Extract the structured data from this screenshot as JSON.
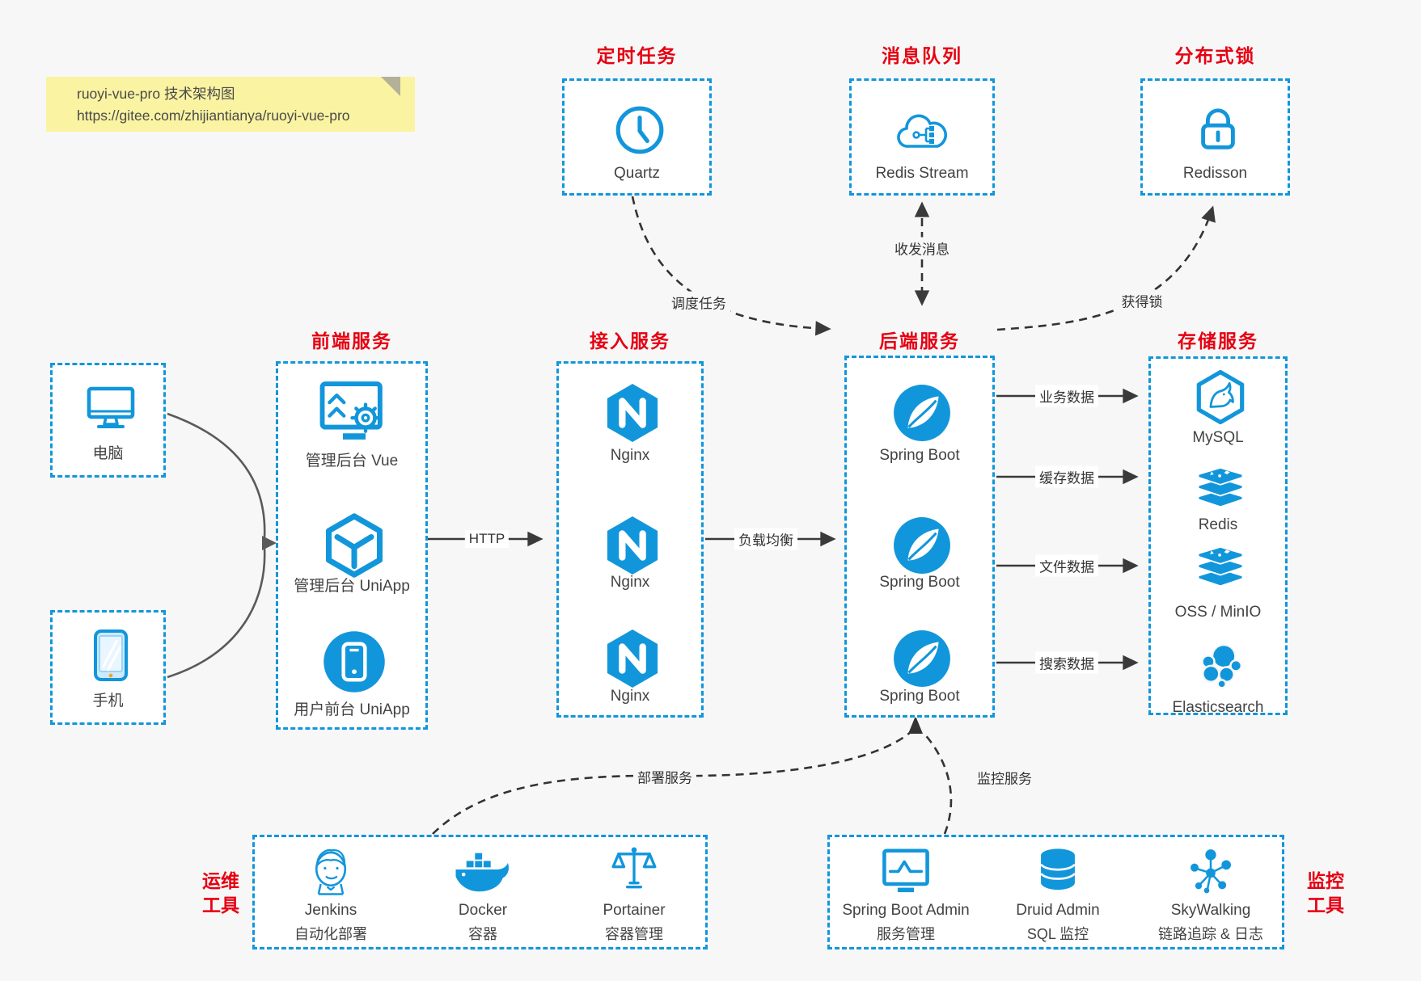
{
  "note": {
    "line1": "ruoyi-vue-pro 技术架构图",
    "line2": "https://gitee.com/zhijiantianya/ruoyi-vue-pro"
  },
  "colors": {
    "accent_blue": "#1296db",
    "label_red": "#e60012",
    "line_dark": "#3a3a3a",
    "note_bg": "#faf3a1"
  },
  "top_groups": [
    {
      "label": "定时任务",
      "item_name": "Quartz"
    },
    {
      "label": "消息队列",
      "item_name": "Redis Stream"
    },
    {
      "label": "分布式锁",
      "item_name": "Redisson"
    }
  ],
  "clients": [
    {
      "label": "电脑"
    },
    {
      "label": "手机"
    }
  ],
  "frontend": {
    "label": "前端服务",
    "items": [
      {
        "name": "管理后台 Vue"
      },
      {
        "name": "管理后台 UniApp"
      },
      {
        "name": "用户前台 UniApp"
      }
    ]
  },
  "gateway": {
    "label": "接入服务",
    "items": [
      {
        "name": "Nginx"
      },
      {
        "name": "Nginx"
      },
      {
        "name": "Nginx"
      }
    ]
  },
  "backend": {
    "label": "后端服务",
    "items": [
      {
        "name": "Spring Boot"
      },
      {
        "name": "Spring Boot"
      },
      {
        "name": "Spring Boot"
      }
    ]
  },
  "storage": {
    "label": "存储服务",
    "items": [
      {
        "name": "MySQL"
      },
      {
        "name": "Redis"
      },
      {
        "name": "OSS / MinIO"
      },
      {
        "name": "Elasticsearch"
      }
    ]
  },
  "ops_tools": {
    "label_top": "运维",
    "label_bottom": "工具",
    "items": [
      {
        "name": "Jenkins",
        "desc": "自动化部署"
      },
      {
        "name": "Docker",
        "desc": "容器"
      },
      {
        "name": "Portainer",
        "desc": "容器管理"
      }
    ]
  },
  "monitor_tools": {
    "label_top": "监控",
    "label_bottom": "工具",
    "items": [
      {
        "name": "Spring Boot Admin",
        "desc": "服务管理"
      },
      {
        "name": "Druid Admin",
        "desc": "SQL 监控"
      },
      {
        "name": "SkyWalking",
        "desc": "链路追踪 & 日志"
      }
    ]
  },
  "edges": {
    "http": "HTTP",
    "load_balance": "负载均衡",
    "business_data": "业务数据",
    "cache_data": "缓存数据",
    "file_data": "文件数据",
    "search_data": "搜索数据",
    "schedule_task": "调度任务",
    "send_receive": "收发消息",
    "acquire_lock": "获得锁",
    "deploy_service": "部署服务",
    "monitor_service": "监控服务"
  }
}
